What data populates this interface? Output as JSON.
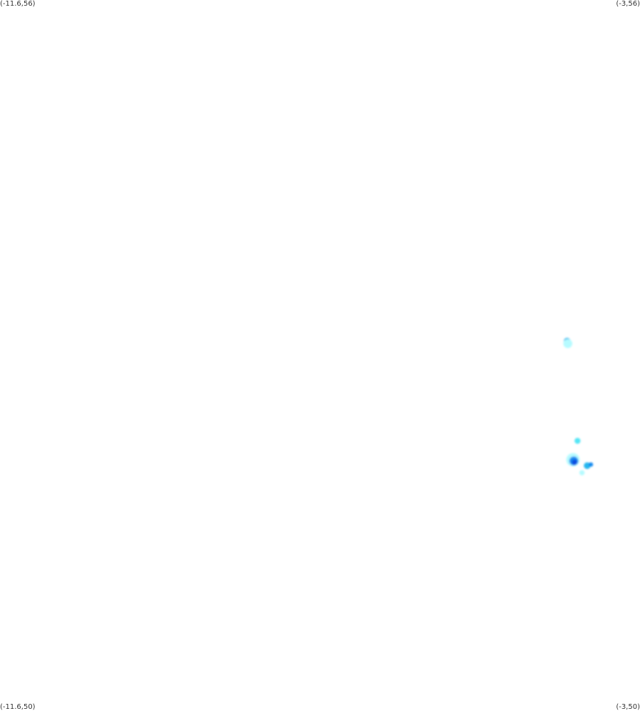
{
  "map": {
    "corners": {
      "top_left": "(-11.6,56)",
      "top_right": "(-3,56)",
      "bottom_left": "(-11.6,50)",
      "bottom_right": "(-3,50)"
    },
    "bounds": {
      "lon_min": -11.6,
      "lon_max": -3,
      "lat_min": 50,
      "lat_max": 56
    },
    "colors": {
      "background": "#ffffff",
      "low": "#b6fbff",
      "mid_low": "#55e6f6",
      "mid": "#26b7ee",
      "mid_high": "#168af0",
      "high": "#0b4ee0"
    },
    "hotspots": [
      {
        "lon": -3.98,
        "lat": 53.12,
        "level": "mid",
        "r": 0.045
      },
      {
        "lon": -3.97,
        "lat": 53.1,
        "level": "low",
        "r": 0.06
      },
      {
        "lon": -3.84,
        "lat": 52.28,
        "level": "mid_low",
        "r": 0.04
      },
      {
        "lon": -3.9,
        "lat": 52.12,
        "level": "low",
        "r": 0.09
      },
      {
        "lon": -3.89,
        "lat": 52.11,
        "level": "mid_high",
        "r": 0.06
      },
      {
        "lon": -3.88,
        "lat": 52.1,
        "level": "high",
        "r": 0.035
      },
      {
        "lon": -3.71,
        "lat": 52.07,
        "level": "mid",
        "r": 0.045
      },
      {
        "lon": -3.66,
        "lat": 52.08,
        "level": "mid_high",
        "r": 0.03
      },
      {
        "lon": -3.78,
        "lat": 52.01,
        "level": "low",
        "r": 0.035
      }
    ]
  }
}
